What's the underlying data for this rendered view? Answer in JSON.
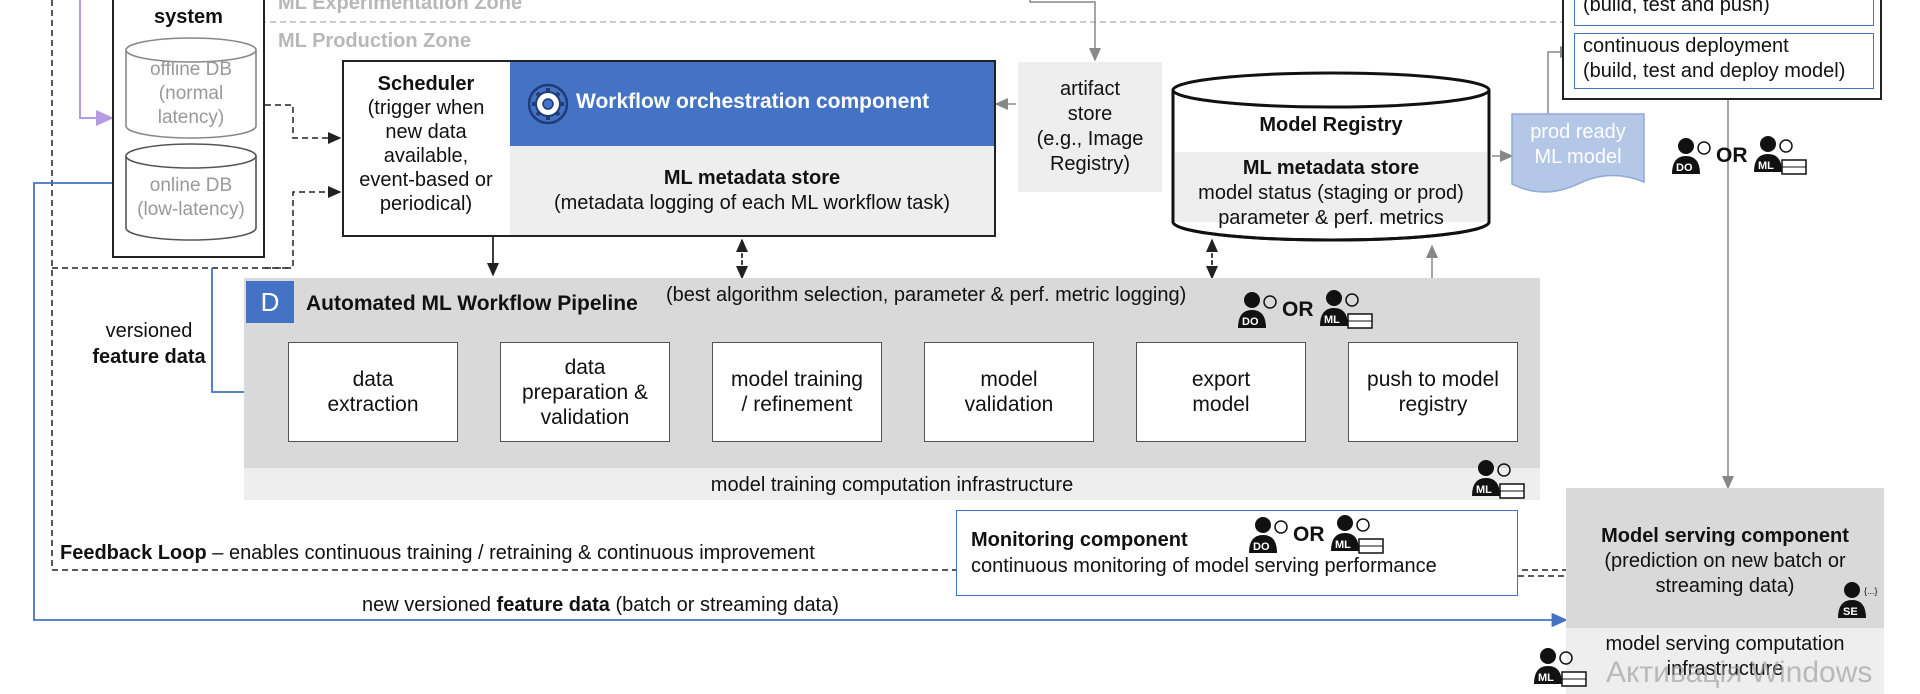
{
  "zones": {
    "experimentation": "ML Experimentation Zone",
    "production": "ML Production Zone"
  },
  "top_fragment": "(build, test and push)",
  "feature_store": {
    "title": "system",
    "offline_db": [
      "offline DB",
      "(normal",
      "latency)"
    ],
    "online_db": [
      "online DB",
      "(low-latency)"
    ]
  },
  "scheduler": {
    "title": "Scheduler",
    "lines": [
      "(trigger when",
      "new data",
      "available,",
      "event-based or",
      "periodical)"
    ]
  },
  "workflow": {
    "title": "Workflow orchestration component",
    "meta_title": "ML metadata store",
    "meta_sub": "(metadata logging of each ML workflow task)"
  },
  "artifact_store": [
    "artifact",
    "store",
    "(e.g., Image",
    "Registry)"
  ],
  "registry": {
    "title": "Model Registry",
    "meta_title": "ML metadata store",
    "lines": [
      "model status (staging or prod)",
      "parameter & perf. metrics"
    ]
  },
  "prod_ready": [
    "prod ready",
    "ML model"
  ],
  "cicd": {
    "deployment": [
      "continuous deployment",
      "(build, test and deploy model)"
    ]
  },
  "pipeline": {
    "badge": "D",
    "title": "Automated ML Workflow Pipeline",
    "note": "(best algorithm selection, parameter & perf. metric logging)",
    "steps": [
      [
        "data",
        "extraction"
      ],
      [
        "data",
        "preparation &",
        "validation"
      ],
      [
        "model training",
        "/ refinement"
      ],
      [
        "model",
        "validation"
      ],
      [
        "export",
        "model"
      ],
      [
        "push to model",
        "registry"
      ]
    ],
    "infra": "model training computation infrastructure"
  },
  "versioned": {
    "line1": "versioned",
    "line2": "feature data"
  },
  "feedback": {
    "bold": "Feedback Loop",
    "rest": " – enables continuous training / retraining & continuous improvement"
  },
  "new_feature": {
    "pre": "new versioned ",
    "bold": "feature data",
    "post": " (batch or streaming data)"
  },
  "monitoring": {
    "title": "Monitoring component",
    "sub": "continuous monitoring of model serving performance"
  },
  "serving": {
    "title": "Model serving component",
    "lines": [
      "(prediction on new batch or",
      "streaming data)"
    ],
    "infra": [
      "model serving computation",
      "infrastructure"
    ]
  },
  "roles": {
    "or": "OR",
    "do": "DO",
    "ml": "ML",
    "se": "SE",
    "curly": "{...}"
  },
  "watermark": "Активація Windows",
  "colors": {
    "blue": "#4472c4",
    "light_blue": "#b4c7e7",
    "gray_band": "#d9d9d9",
    "light_gray": "#eeeeee",
    "purple": "#b79be0"
  }
}
